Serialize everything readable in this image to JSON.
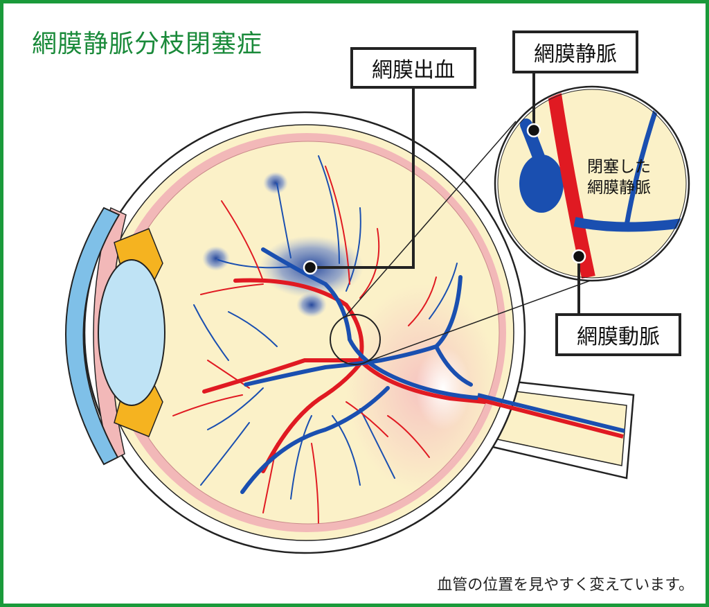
{
  "title": "網膜静脈分枝閉塞症",
  "labels": {
    "hemorrhage": "網膜出血",
    "vein": "網膜静脈",
    "artery": "網膜動脈",
    "occluded_line1": "閉塞した",
    "occluded_line2": "網膜静脈"
  },
  "footnote": "血管の位置を見やすく変えています。",
  "colors": {
    "frame": "#1a9a3a",
    "title": "#1a8a3a",
    "vein": "#1a4fb0",
    "artery": "#e01a22",
    "retina": "#fbf1c8",
    "sclera_pink": "#f2b8b8",
    "cornea": "#7fc0e8",
    "lens": "#bfe3f5",
    "iris": "#f5b320"
  }
}
